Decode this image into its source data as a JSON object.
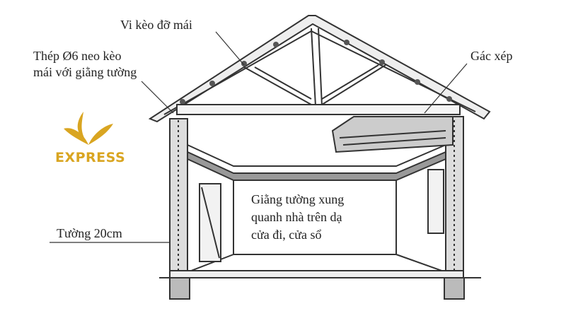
{
  "labels": {
    "truss": "Vi kèo đỡ mái",
    "steel_anchor_line1": "Thép Ø6 neo kèo",
    "steel_anchor_line2": "mái với giằng tường",
    "loft": "Gác xép",
    "tie_beam_line1": "Giằng tường xung",
    "tie_beam_line2": "quanh nhà trên dạ",
    "tie_beam_line3": "cửa đi, cửa sổ",
    "wall": "Tường 20cm"
  },
  "logo": {
    "text": "EXPRESS",
    "color": "#d9a521"
  }
}
